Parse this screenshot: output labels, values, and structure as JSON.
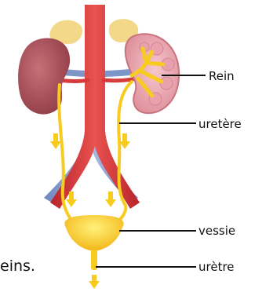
{
  "labels": {
    "rein": "Rein",
    "uretere": "uretère",
    "vessie": "vessie",
    "uretre": "urètre"
  },
  "caption_fragment": "eins.",
  "colors": {
    "kidney": "#b5555f",
    "kidney_inner": "#f0b8c2",
    "adrenal": "#f3d88a",
    "artery": "#d63a3a",
    "vein": "#7e95c9",
    "urine": "#f7cc1e",
    "bladder": "#f9d02a",
    "leader": "#111111"
  },
  "icons": [
    "urine-flow-arrow"
  ]
}
